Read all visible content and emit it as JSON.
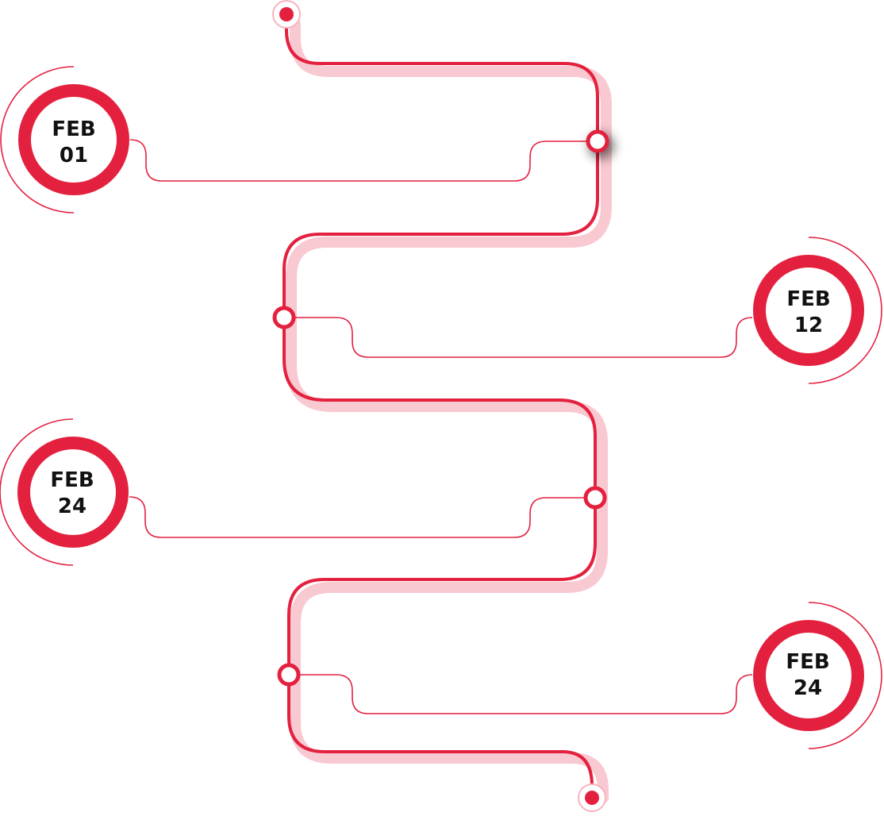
{
  "theme": {
    "accent": "#E3213F",
    "shadow": "#F9C9D1",
    "text": "#111111",
    "background": "#FFFFFF"
  },
  "milestones": [
    {
      "month": "FEB",
      "day": "01"
    },
    {
      "month": "FEB",
      "day": "12"
    },
    {
      "month": "FEB",
      "day": "24"
    },
    {
      "month": "FEB",
      "day": "24"
    }
  ]
}
